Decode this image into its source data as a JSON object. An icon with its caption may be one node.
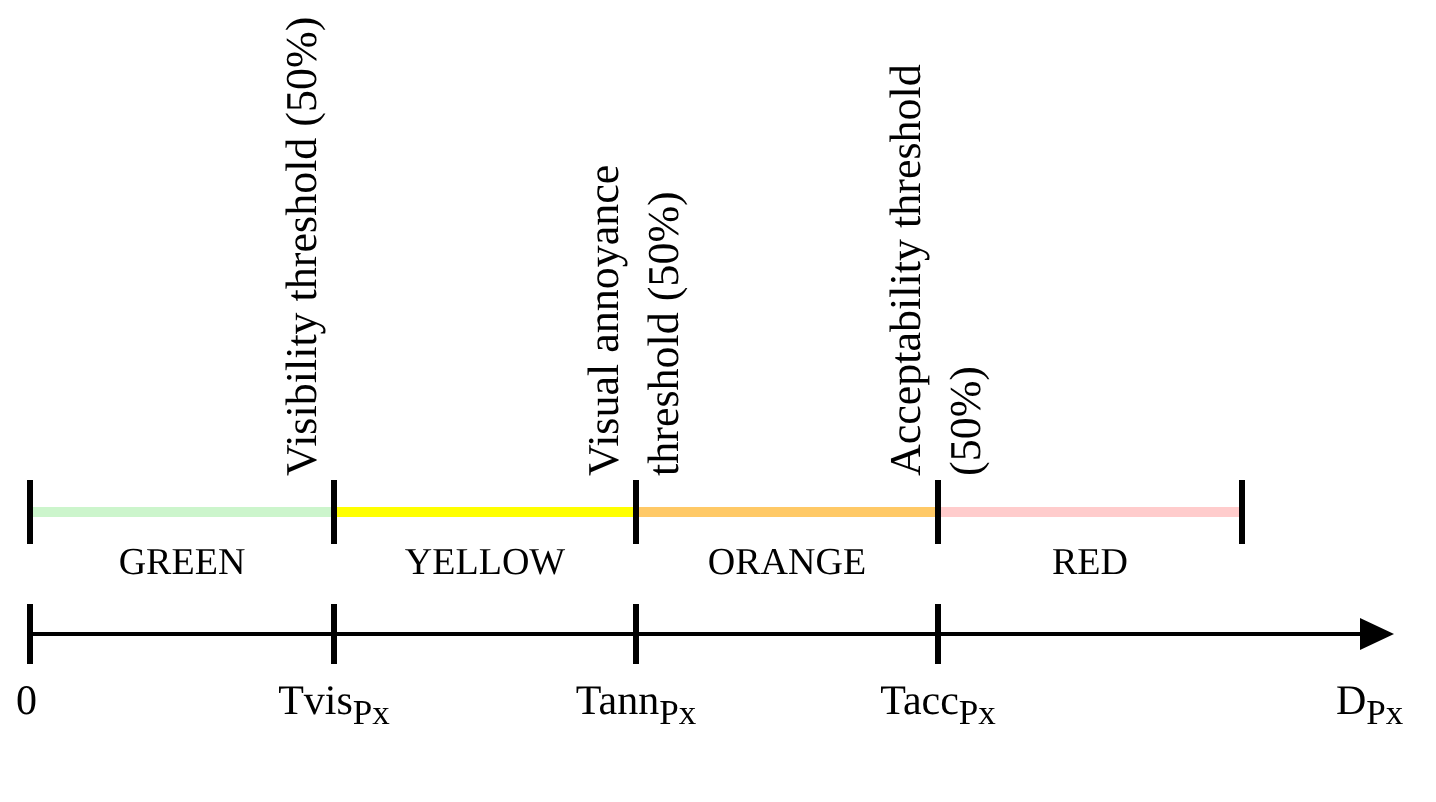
{
  "diagram": {
    "labels": [
      "Visibility threshold (50%)",
      "Visual annoyance threshold (50%)",
      "Acceptability threshold (50%)",
      "GREEN",
      "YELLOW",
      "ORANGE",
      "RED",
      "0",
      "Tvis$_{Px}$",
      "Tann$_{Px}$",
      "Tacc$_{Px}$",
      "D$_{Px}$"
    ]
  }
}
